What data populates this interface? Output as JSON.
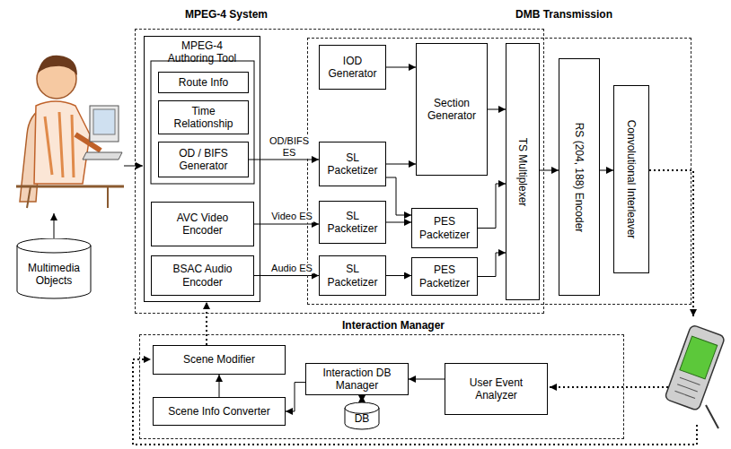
{
  "diagram": {
    "nodes": [
      {
        "text": [
          "Multimedia Objects"
        ]
      },
      {
        "text": [
          "MPEG-4 System"
        ]
      },
      {
        "text": [
          "MPEG-4 Authoring Tool"
        ],
        "in": 1
      },
      {
        "text": [
          "Route Info"
        ],
        "in": 2
      },
      {
        "text": [
          "Time Relationship"
        ],
        "in": 2
      },
      {
        "text": [
          "OD / BIFS Generator"
        ],
        "in": 2
      },
      {
        "text": [
          "AVC Video Encoder"
        ],
        "in": 2
      },
      {
        "text": [
          "BSAC Audio Encoder"
        ],
        "in": 2
      },
      {
        "text": [
          "IOD Generator"
        ],
        "in": 1
      },
      {
        "text": [
          "Section Generator"
        ],
        "in": 1
      },
      {
        "text": [
          "SL Packetizer"
        ],
        "in": 1
      },
      {
        "text": [
          "SL Packetizer"
        ],
        "in": 1
      },
      {
        "text": [
          "PES Packetizer"
        ],
        "in": 1
      },
      {
        "text": [
          "SL Packetizer"
        ],
        "in": 1
      },
      {
        "text": [
          "PES Packetizer"
        ],
        "in": 1
      },
      {
        "text": [
          "TS Multiplexer"
        ],
        "in": 1
      },
      {
        "text": [
          "DMB Transmission"
        ]
      },
      {
        "text": [
          "RS (204, 188) Encoder"
        ],
        "in": 16
      },
      {
        "text": [
          "Convolutional Interleaver"
        ],
        "in": 16
      },
      {
        "text": [
          "Interaction Manager"
        ]
      },
      {
        "text": [
          "Scene Modifier"
        ],
        "in": 19
      },
      {
        "text": [
          "Scene Info Converter"
        ],
        "in": 19
      },
      {
        "text": [
          "Interaction DB Manager"
        ],
        "in": 19
      },
      {
        "text": [
          "DB"
        ],
        "in": 19
      },
      {
        "text": [
          "User Event Analyzer"
        ],
        "in": 19
      }
    ],
    "edges": [
      {
        "from": 5,
        "to": 10,
        "arrow": "to",
        "label": "OD/BIFS ES"
      },
      {
        "from": 6,
        "to": 11,
        "arrow": "to",
        "label": "Video ES"
      },
      {
        "from": 7,
        "to": 13,
        "arrow": "to",
        "label": "Audio ES"
      },
      {
        "from": 8,
        "to": 9,
        "arrow": "to"
      },
      {
        "from": 10,
        "to": 9,
        "arrow": "to"
      },
      {
        "from": 10,
        "to": 12,
        "arrow": "to"
      },
      {
        "from": 11,
        "to": 12,
        "arrow": "to"
      },
      {
        "from": 13,
        "to": 14,
        "arrow": "to"
      },
      {
        "from": 9,
        "to": 15,
        "arrow": "to"
      },
      {
        "from": 12,
        "to": 15,
        "arrow": "to"
      },
      {
        "from": 14,
        "to": 15,
        "arrow": "to"
      },
      {
        "from": 15,
        "to": 17,
        "arrow": "to"
      },
      {
        "from": 17,
        "to": 18,
        "arrow": "to"
      },
      {
        "from": 24,
        "to": 22,
        "arrow": "to"
      },
      {
        "from": 22,
        "to": 23,
        "arrow": "both"
      },
      {
        "from": 22,
        "to": 21,
        "arrow": "to"
      },
      {
        "from": 21,
        "to": 20,
        "arrow": "to"
      },
      {
        "from": 20,
        "to": 2,
        "arrow": "to"
      }
    ]
  }
}
